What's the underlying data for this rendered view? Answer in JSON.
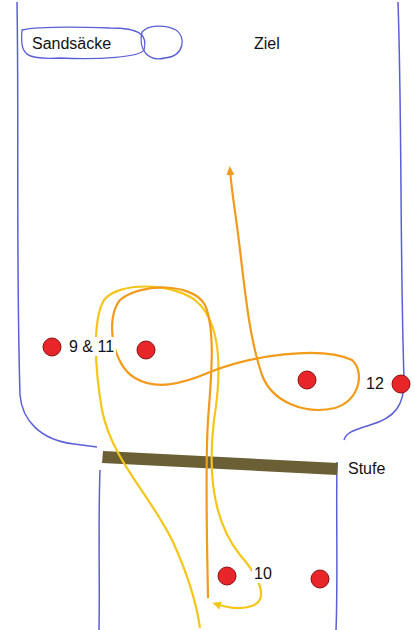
{
  "diagram": {
    "labels": [
      "Sandsäcke",
      "Ziel",
      "9 & 11",
      "12",
      "Stufe",
      "10"
    ]
  }
}
